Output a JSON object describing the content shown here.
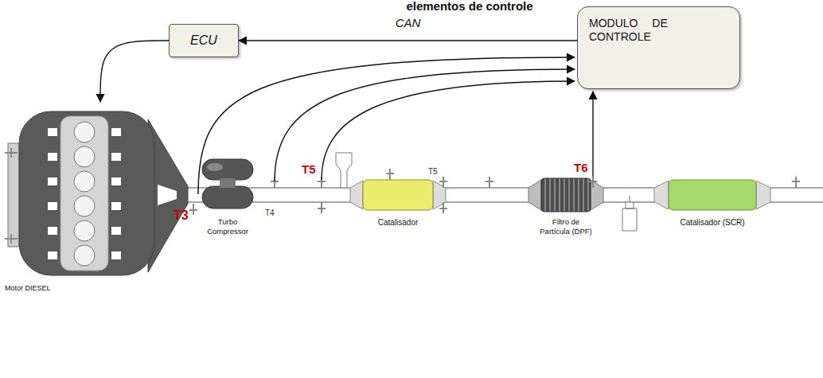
{
  "diagram": {
    "title": "elementos de controle",
    "nodes": [
      {
        "text": [
          "ECU"
        ]
      },
      {
        "text": [
          "MODULO DE CONTROLE"
        ]
      },
      {
        "text": [
          "Motor DIESEL"
        ]
      },
      {
        "text": [
          "Turbo Compressor"
        ]
      },
      {
        "text": [
          "Catalisador"
        ]
      },
      {
        "text": [
          "Filtro de Partícula (DPF)"
        ]
      },
      {
        "text": [
          "Catalisador (SCR)"
        ]
      }
    ],
    "edges": [
      {
        "from": 1,
        "to": 0,
        "label": "CAN",
        "arrow": "to"
      },
      {
        "from": 0,
        "to": 2,
        "arrow": "to"
      }
    ],
    "labels": [
      "T3",
      "T4",
      "T5",
      "T5",
      "T6"
    ]
  }
}
